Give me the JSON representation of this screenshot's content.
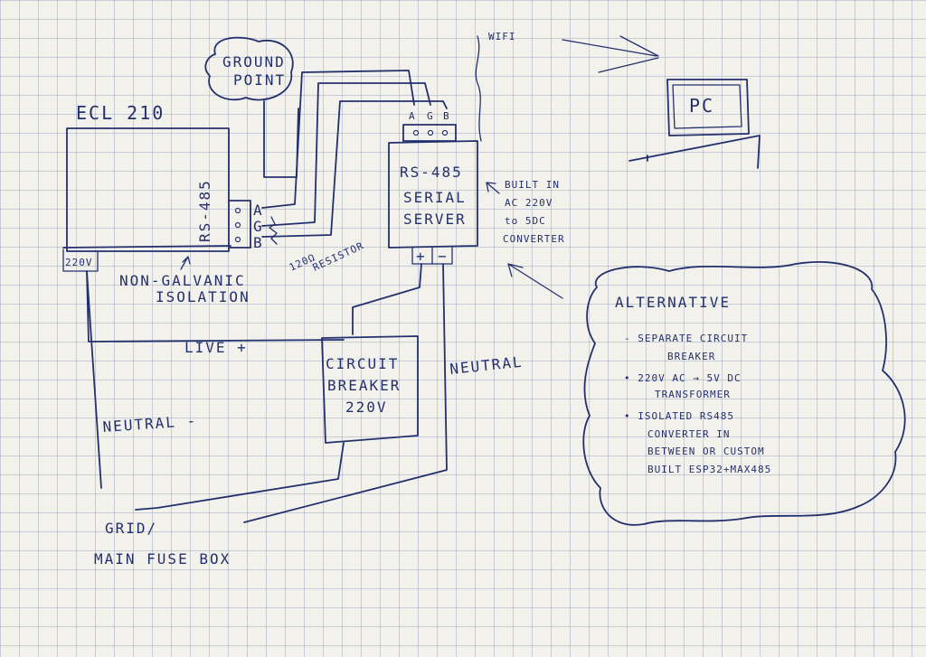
{
  "devices": {
    "ecl": {
      "title": "ECL 210",
      "port": "RS-485",
      "terminals": [
        "A",
        "G",
        "B"
      ],
      "power": "220V",
      "isolation_line1": "NON-GALVANIC",
      "isolation_line2": "ISOLATION"
    },
    "ground": {
      "line1": "GROUND",
      "line2": "POINT"
    },
    "wifi": {
      "label": "WIFI"
    },
    "pc": {
      "label": "PC"
    },
    "serial_server": {
      "line1": "RS-485",
      "line2": "SERIAL",
      "line3": "SERVER",
      "terminals": [
        "A",
        "G",
        "B"
      ],
      "power_terminals": [
        "+",
        "−"
      ]
    },
    "converter_note": [
      "BUILT IN",
      "AC 220V",
      "to 5DC",
      "CONVERTER"
    ],
    "resistor": {
      "line1": "120Ω",
      "line2": "RESISTOR"
    },
    "breaker": {
      "line1": "CIRCUIT",
      "line2": "BREAKER",
      "line3": "220V"
    }
  },
  "wires": {
    "live": "LIVE +",
    "neutral_left": "NEUTRAL -",
    "neutral_right": "NEUTRAL",
    "grid_line1": "GRID/",
    "grid_line2": "MAIN FUSE BOX"
  },
  "alternative": {
    "title": "ALTERNATIVE",
    "items": [
      {
        "line1": "- SEPARATE CIRCUIT",
        "line2": "BREAKER"
      },
      {
        "line1": "• 220V AC → 5V DC",
        "line2": "TRANSFORMER"
      },
      {
        "line1": "• ISOLATED RS485",
        "line2": "CONVERTER IN",
        "line3": "BETWEEN OR CUSTOM",
        "line4": "BUILT ESP32+MAX485"
      }
    ]
  }
}
